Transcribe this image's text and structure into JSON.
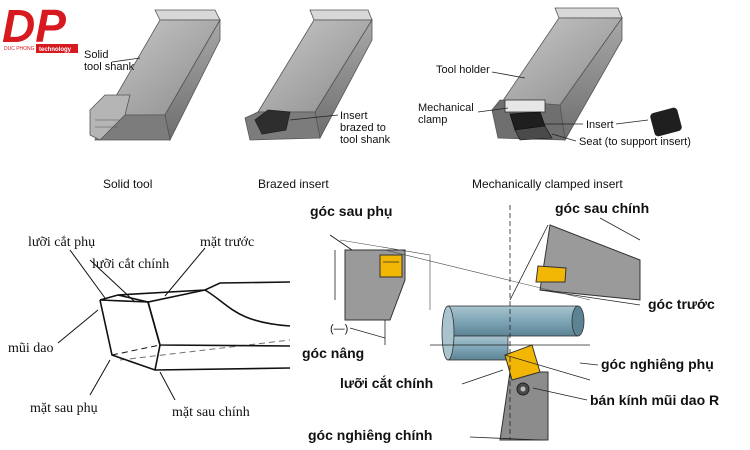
{
  "logo": {
    "mark": "DP",
    "company": "DUC PHONG",
    "tag": "technology"
  },
  "top": {
    "solid_shank": [
      "Solid",
      "tool shank"
    ],
    "insert_brazed": [
      "Insert",
      "brazed to",
      "tool shank"
    ],
    "tool_holder": "Tool holder",
    "mech_clamp": [
      "Mechanical",
      "clamp"
    ],
    "insert": "Insert",
    "seat": "Seat (to support insert)",
    "captions": {
      "solid": "Solid tool",
      "brazed": "Brazed insert",
      "mech": "Mechanically clamped insert"
    }
  },
  "left_diagram": {
    "luoi_cat_phu": "lưỡi cắt phụ",
    "luoi_cat_chinh": "lưỡi cắt chính",
    "mat_truoc": "mặt trước",
    "mui_dao": "mũi dao",
    "mat_sau_phu": "mặt sau phụ",
    "mat_sau_chinh": "mặt sau chính"
  },
  "right_diagram": {
    "goc_sau_phu": "góc sau phụ",
    "goc_sau_chinh": "góc sau chính",
    "goc_truoc": "góc trước",
    "minus": "(—)",
    "goc_nang": "góc nâng",
    "goc_nghieng_phu": "góc nghiêng phụ",
    "luoi_cat_chinh": "lưỡi cắt chính",
    "ban_kinh": "bán kính mũi dao R",
    "goc_nghieng_chinh": "góc nghiêng chính"
  },
  "colors": {
    "logo_red": "#d71920",
    "tool_gray": "#9a9a9a",
    "workpiece_blue": "#7fa6b6",
    "insert_yellow": "#f2b705"
  }
}
